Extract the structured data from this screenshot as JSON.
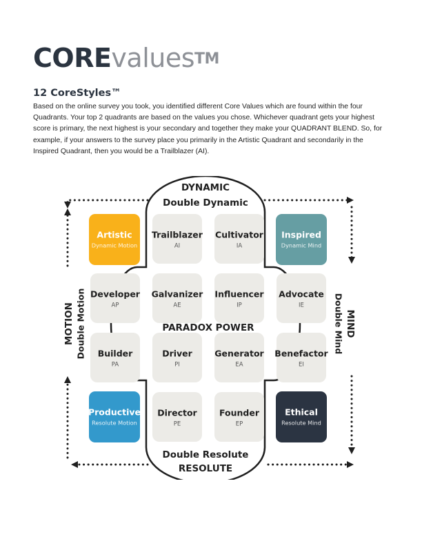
{
  "header": {
    "logo_core": "CORE",
    "logo_values": "values",
    "logo_tm": "TM",
    "subtitle": "12 CoreStyles™",
    "intro": "Based on the online survey you took, you identified different Core Values which are found within the four Quadrants. Your top 2 quadrants are based on the values you chose. Whichever quadrant gets your highest score is primary, the next highest is your secondary and together they make your QUADRANT BLEND. So, for example, if your answers to the survey place you primarily in the Artistic Quadrant and secondarily in the Inspired Quadrant, then you would be a Trailblazer (AI)."
  },
  "diagram": {
    "top": {
      "title": "DYNAMIC",
      "subtitle": "Double Dynamic"
    },
    "bottom": {
      "title": "RESOLUTE",
      "subtitle": "Double Resolute"
    },
    "left": {
      "title": "MOTION",
      "subtitle": "Double Motion"
    },
    "right": {
      "title": "MIND",
      "subtitle": "Double Mind"
    },
    "center_label": "PARADOX POWER",
    "quadrants": {
      "artistic": {
        "name": "Artistic",
        "sub": "Dynamic Motion",
        "color": "#f9b11a"
      },
      "inspired": {
        "name": "Inspired",
        "sub": "Dynamic Mind",
        "color": "#669ea3"
      },
      "productive": {
        "name": "Productive",
        "sub": "Resolute Motion",
        "color": "#3399cc"
      },
      "ethical": {
        "name": "Ethical",
        "sub": "Resolute Mind",
        "color": "#2b3442"
      }
    },
    "styles": {
      "trailblazer": {
        "name": "Trailblazer",
        "code": "AI"
      },
      "cultivator": {
        "name": "Cultivator",
        "code": "IA"
      },
      "developer": {
        "name": "Developer",
        "code": "AP"
      },
      "galvanizer": {
        "name": "Galvanizer",
        "code": "AE"
      },
      "influencer": {
        "name": "Influencer",
        "code": "IP"
      },
      "advocate": {
        "name": "Advocate",
        "code": "IE"
      },
      "builder": {
        "name": "Builder",
        "code": "PA"
      },
      "driver": {
        "name": "Driver",
        "code": "PI"
      },
      "generator": {
        "name": "Generator",
        "code": "EA"
      },
      "benefactor": {
        "name": "Benefactor",
        "code": "EI"
      },
      "director": {
        "name": "Director",
        "code": "PE"
      },
      "founder": {
        "name": "Founder",
        "code": "EP"
      }
    },
    "cell_color": "#ecebe7"
  }
}
